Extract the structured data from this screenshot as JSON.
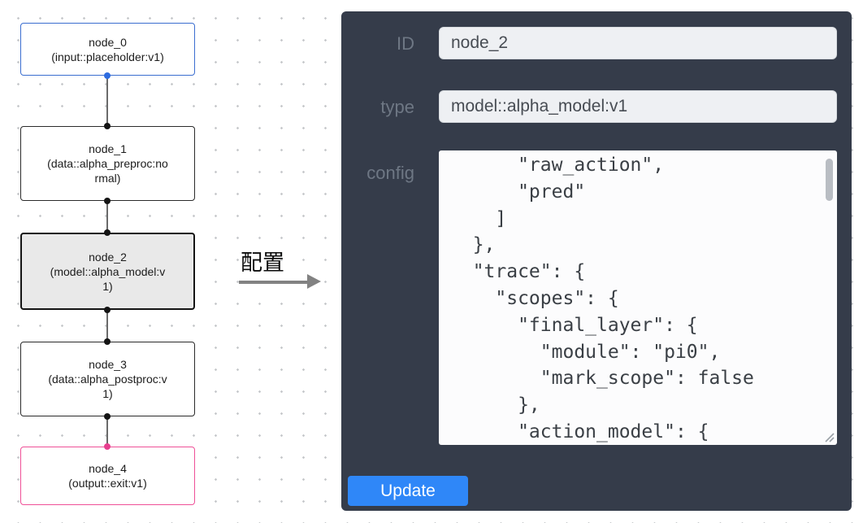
{
  "flow": {
    "nodes": [
      {
        "title": "node_0",
        "subtitle": "(input::placeholder:v1)"
      },
      {
        "title": "node_1",
        "subtitle": "(data::alpha_preproc:normal)"
      },
      {
        "title": "node_2",
        "subtitle": "(model::alpha_model:v1)"
      },
      {
        "title": "node_3",
        "subtitle": "(data::alpha_postproc:v1)"
      },
      {
        "title": "node_4",
        "subtitle": "(output::exit:v1)"
      }
    ]
  },
  "transition": {
    "label": "配置"
  },
  "panel": {
    "fields": [
      {
        "label": "ID",
        "value": "node_2"
      },
      {
        "label": "type",
        "value": "model::alpha_model:v1"
      }
    ],
    "config": {
      "label": "config",
      "value": "      \"raw_action\",\n      \"pred\"\n    ]\n  },\n  \"trace\": {\n    \"scopes\": {\n      \"final_layer\": {\n        \"module\": \"pi0\",\n        \"mark_scope\": false\n      },\n      \"action_model\": {"
    },
    "update_label": "Update"
  },
  "icons": {
    "arrow": "right-arrow",
    "resize": "textarea-resize-grip",
    "scrollbar": "vertical-scrollbar-thumb"
  },
  "colors": {
    "panel_bg": "#353c4a",
    "accent_blue": "#2f87f8",
    "node0_border": "#3b6ed0",
    "node4_border": "#ef5097",
    "selected_node_bg": "#e9e9e9",
    "port_blue": "#2d6be0",
    "port_pink": "#e73e8e"
  }
}
